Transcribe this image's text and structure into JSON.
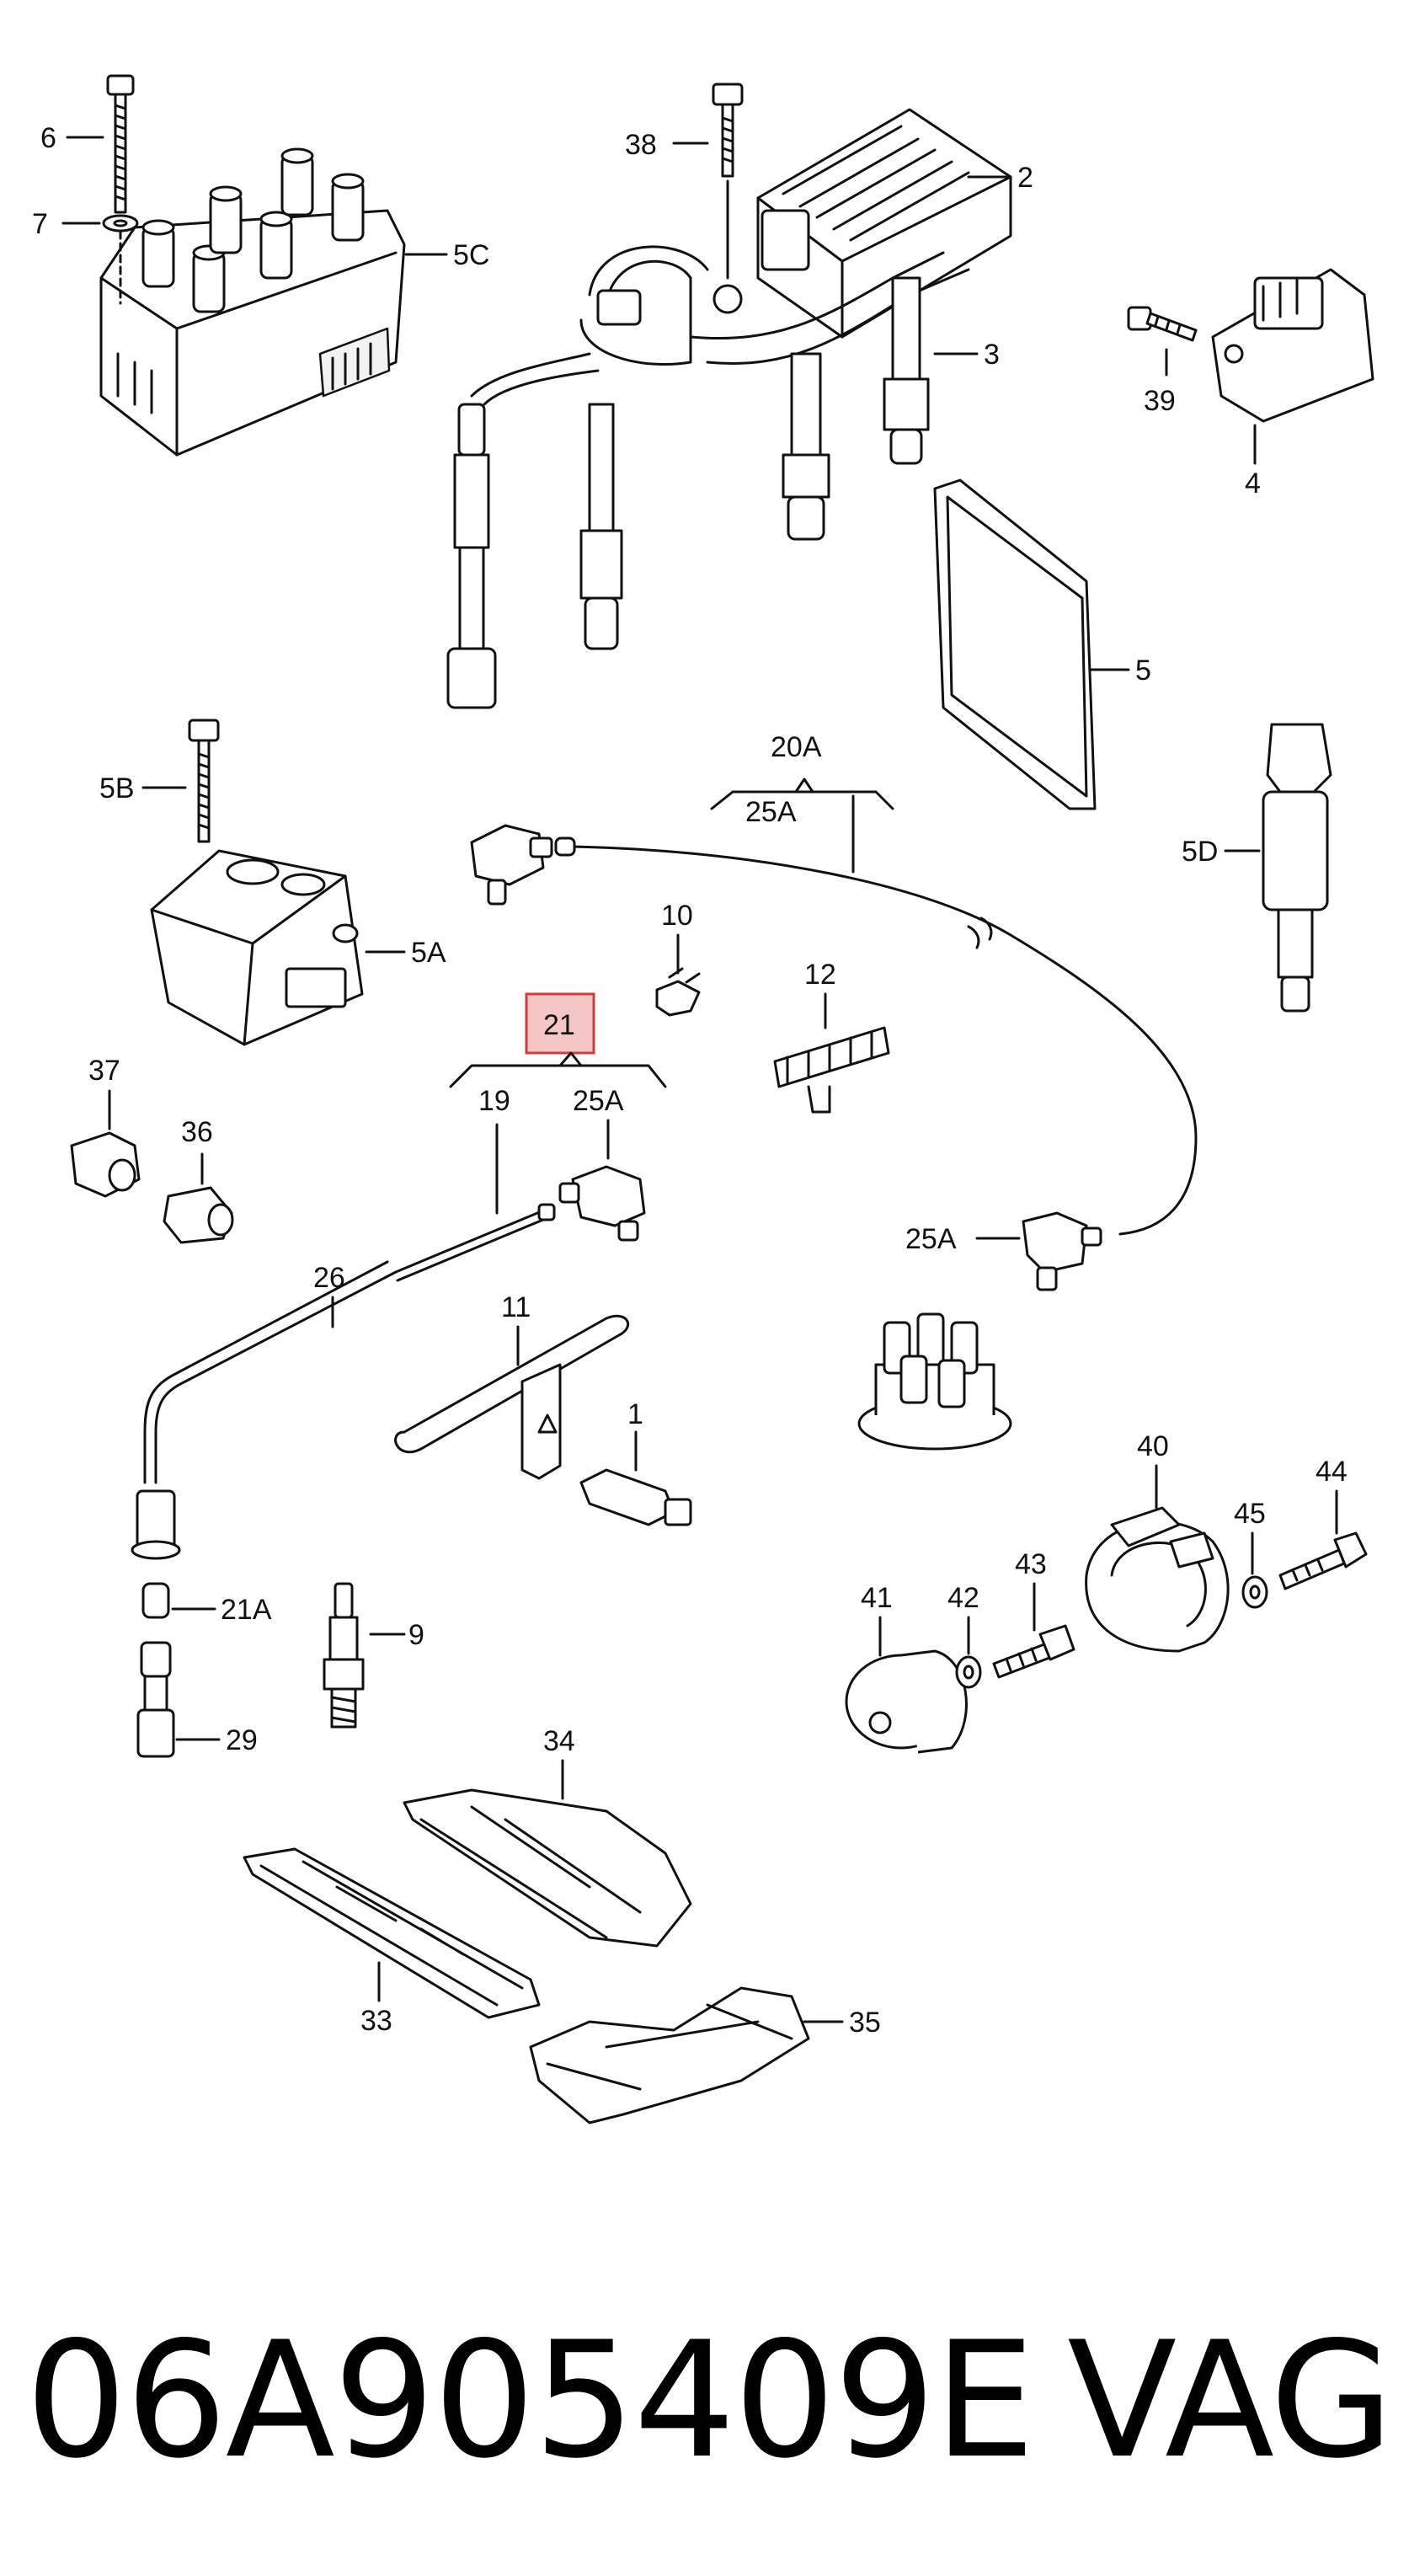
{
  "callouts": {
    "c6": "6",
    "c7": "7",
    "c5C": "5C",
    "c38": "38",
    "c2": "2",
    "c3": "3",
    "c39": "39",
    "c4": "4",
    "c5": "5",
    "c5B": "5B",
    "c5A": "5A",
    "c20A": "20A",
    "c25A_top": "25A",
    "c5D": "5D",
    "c10": "10",
    "c12": "12",
    "c21": "21",
    "c19": "19",
    "c25A_mid": "25A",
    "c37": "37",
    "c36": "36",
    "c25A_right": "25A",
    "c26": "26",
    "c11": "11",
    "c1": "1",
    "c40": "40",
    "c45": "45",
    "c44": "44",
    "c41": "41",
    "c42": "42",
    "c43": "43",
    "c21A": "21A",
    "c9": "9",
    "c29": "29",
    "c34": "34",
    "c33": "33",
    "c35": "35"
  },
  "highlight": {
    "callout": "21",
    "color": "#d23b3b"
  },
  "caption": {
    "part_number": "06A905409E",
    "brand": "VAG"
  }
}
